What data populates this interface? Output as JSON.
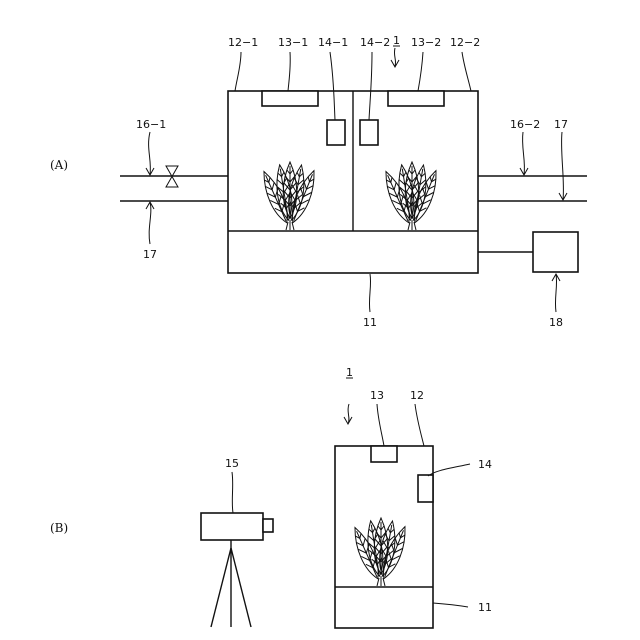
{
  "panel_a": {
    "panel_label": "(A)",
    "ref_1": "1",
    "ref_12_1": "12−1",
    "ref_13_1": "13−1",
    "ref_14_1": "14−1",
    "ref_14_2": "14−2",
    "ref_13_2": "13−2",
    "ref_12_2": "12−2",
    "ref_16_1": "16−1",
    "ref_17_left": "17",
    "ref_16_2": "16−2",
    "ref_17_right": "17",
    "ref_11": "11",
    "ref_18": "18"
  },
  "panel_b": {
    "panel_label": "(B)",
    "ref_1": "1",
    "ref_13": "13",
    "ref_12": "12",
    "ref_14": "14",
    "ref_15": "15",
    "ref_11": "11"
  }
}
